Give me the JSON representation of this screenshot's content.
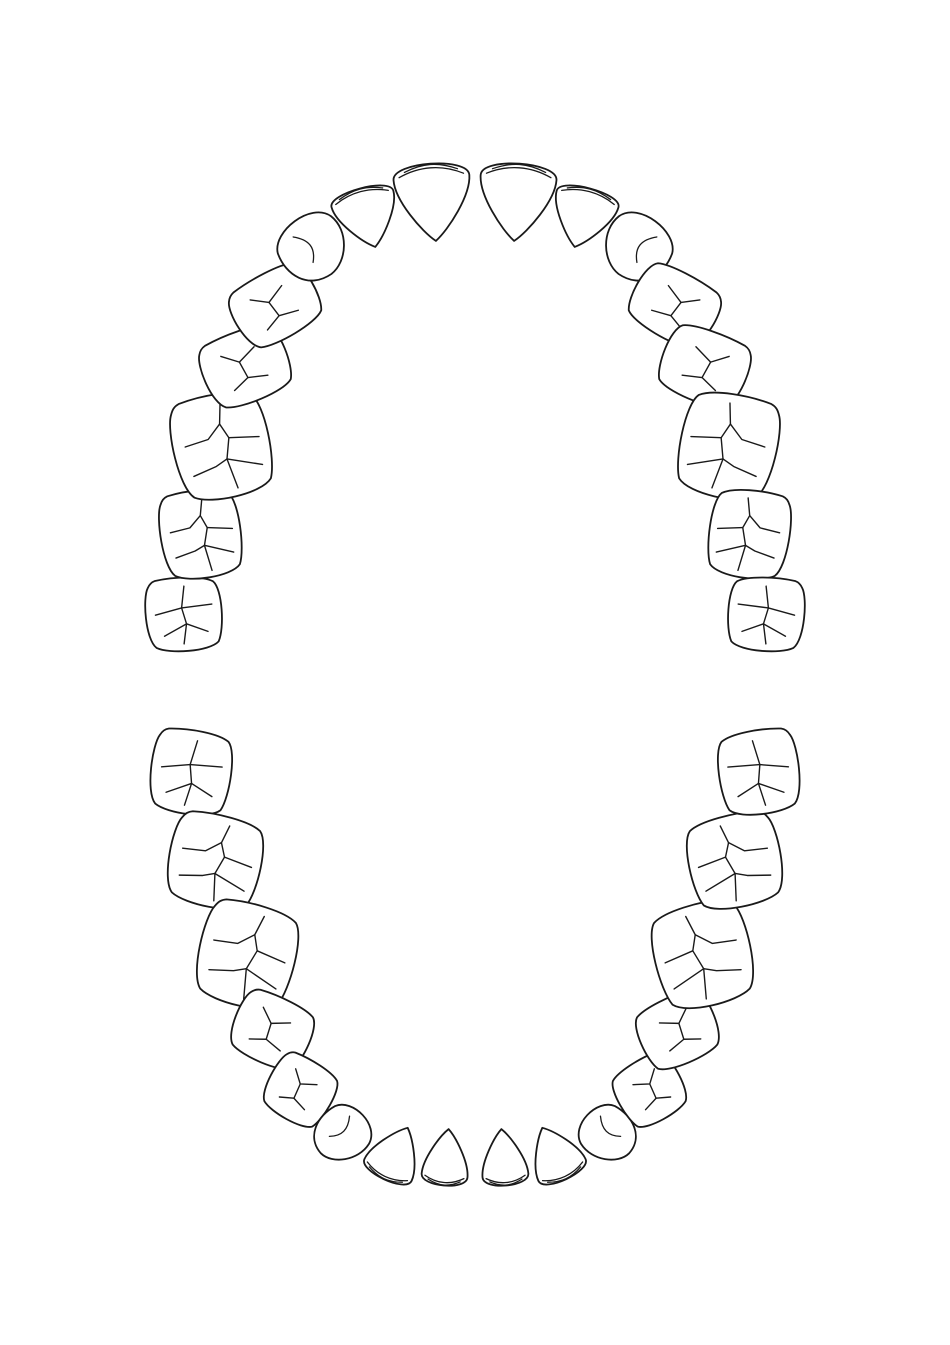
{
  "colors": {
    "background": "#ffffff",
    "line": "#1a1a1a"
  },
  "upper_arch": {
    "teeth": [
      {
        "side": "right",
        "type": "molar3"
      },
      {
        "side": "right",
        "type": "molar2"
      },
      {
        "side": "right",
        "type": "molar1"
      },
      {
        "side": "right",
        "type": "premolar2"
      },
      {
        "side": "right",
        "type": "premolar1"
      },
      {
        "side": "right",
        "type": "canine"
      },
      {
        "side": "right",
        "type": "incisor-lateral"
      },
      {
        "side": "right",
        "type": "incisor-central"
      },
      {
        "side": "left",
        "type": "incisor-central"
      },
      {
        "side": "left",
        "type": "incisor-lateral"
      },
      {
        "side": "left",
        "type": "canine"
      },
      {
        "side": "left",
        "type": "premolar1"
      },
      {
        "side": "left",
        "type": "premolar2"
      },
      {
        "side": "left",
        "type": "molar1"
      },
      {
        "side": "left",
        "type": "molar2"
      },
      {
        "side": "left",
        "type": "molar3"
      }
    ]
  },
  "lower_arch": {
    "teeth": [
      {
        "side": "right",
        "type": "molar3"
      },
      {
        "side": "right",
        "type": "molar2"
      },
      {
        "side": "right",
        "type": "molar1"
      },
      {
        "side": "right",
        "type": "premolar2"
      },
      {
        "side": "right",
        "type": "premolar1"
      },
      {
        "side": "right",
        "type": "canine"
      },
      {
        "side": "right",
        "type": "incisor-lateral"
      },
      {
        "side": "right",
        "type": "incisor-central"
      },
      {
        "side": "left",
        "type": "incisor-central"
      },
      {
        "side": "left",
        "type": "incisor-lateral"
      },
      {
        "side": "left",
        "type": "canine"
      },
      {
        "side": "left",
        "type": "premolar1"
      },
      {
        "side": "left",
        "type": "premolar2"
      },
      {
        "side": "left",
        "type": "molar1"
      },
      {
        "side": "left",
        "type": "molar2"
      },
      {
        "side": "left",
        "type": "molar3"
      }
    ]
  }
}
